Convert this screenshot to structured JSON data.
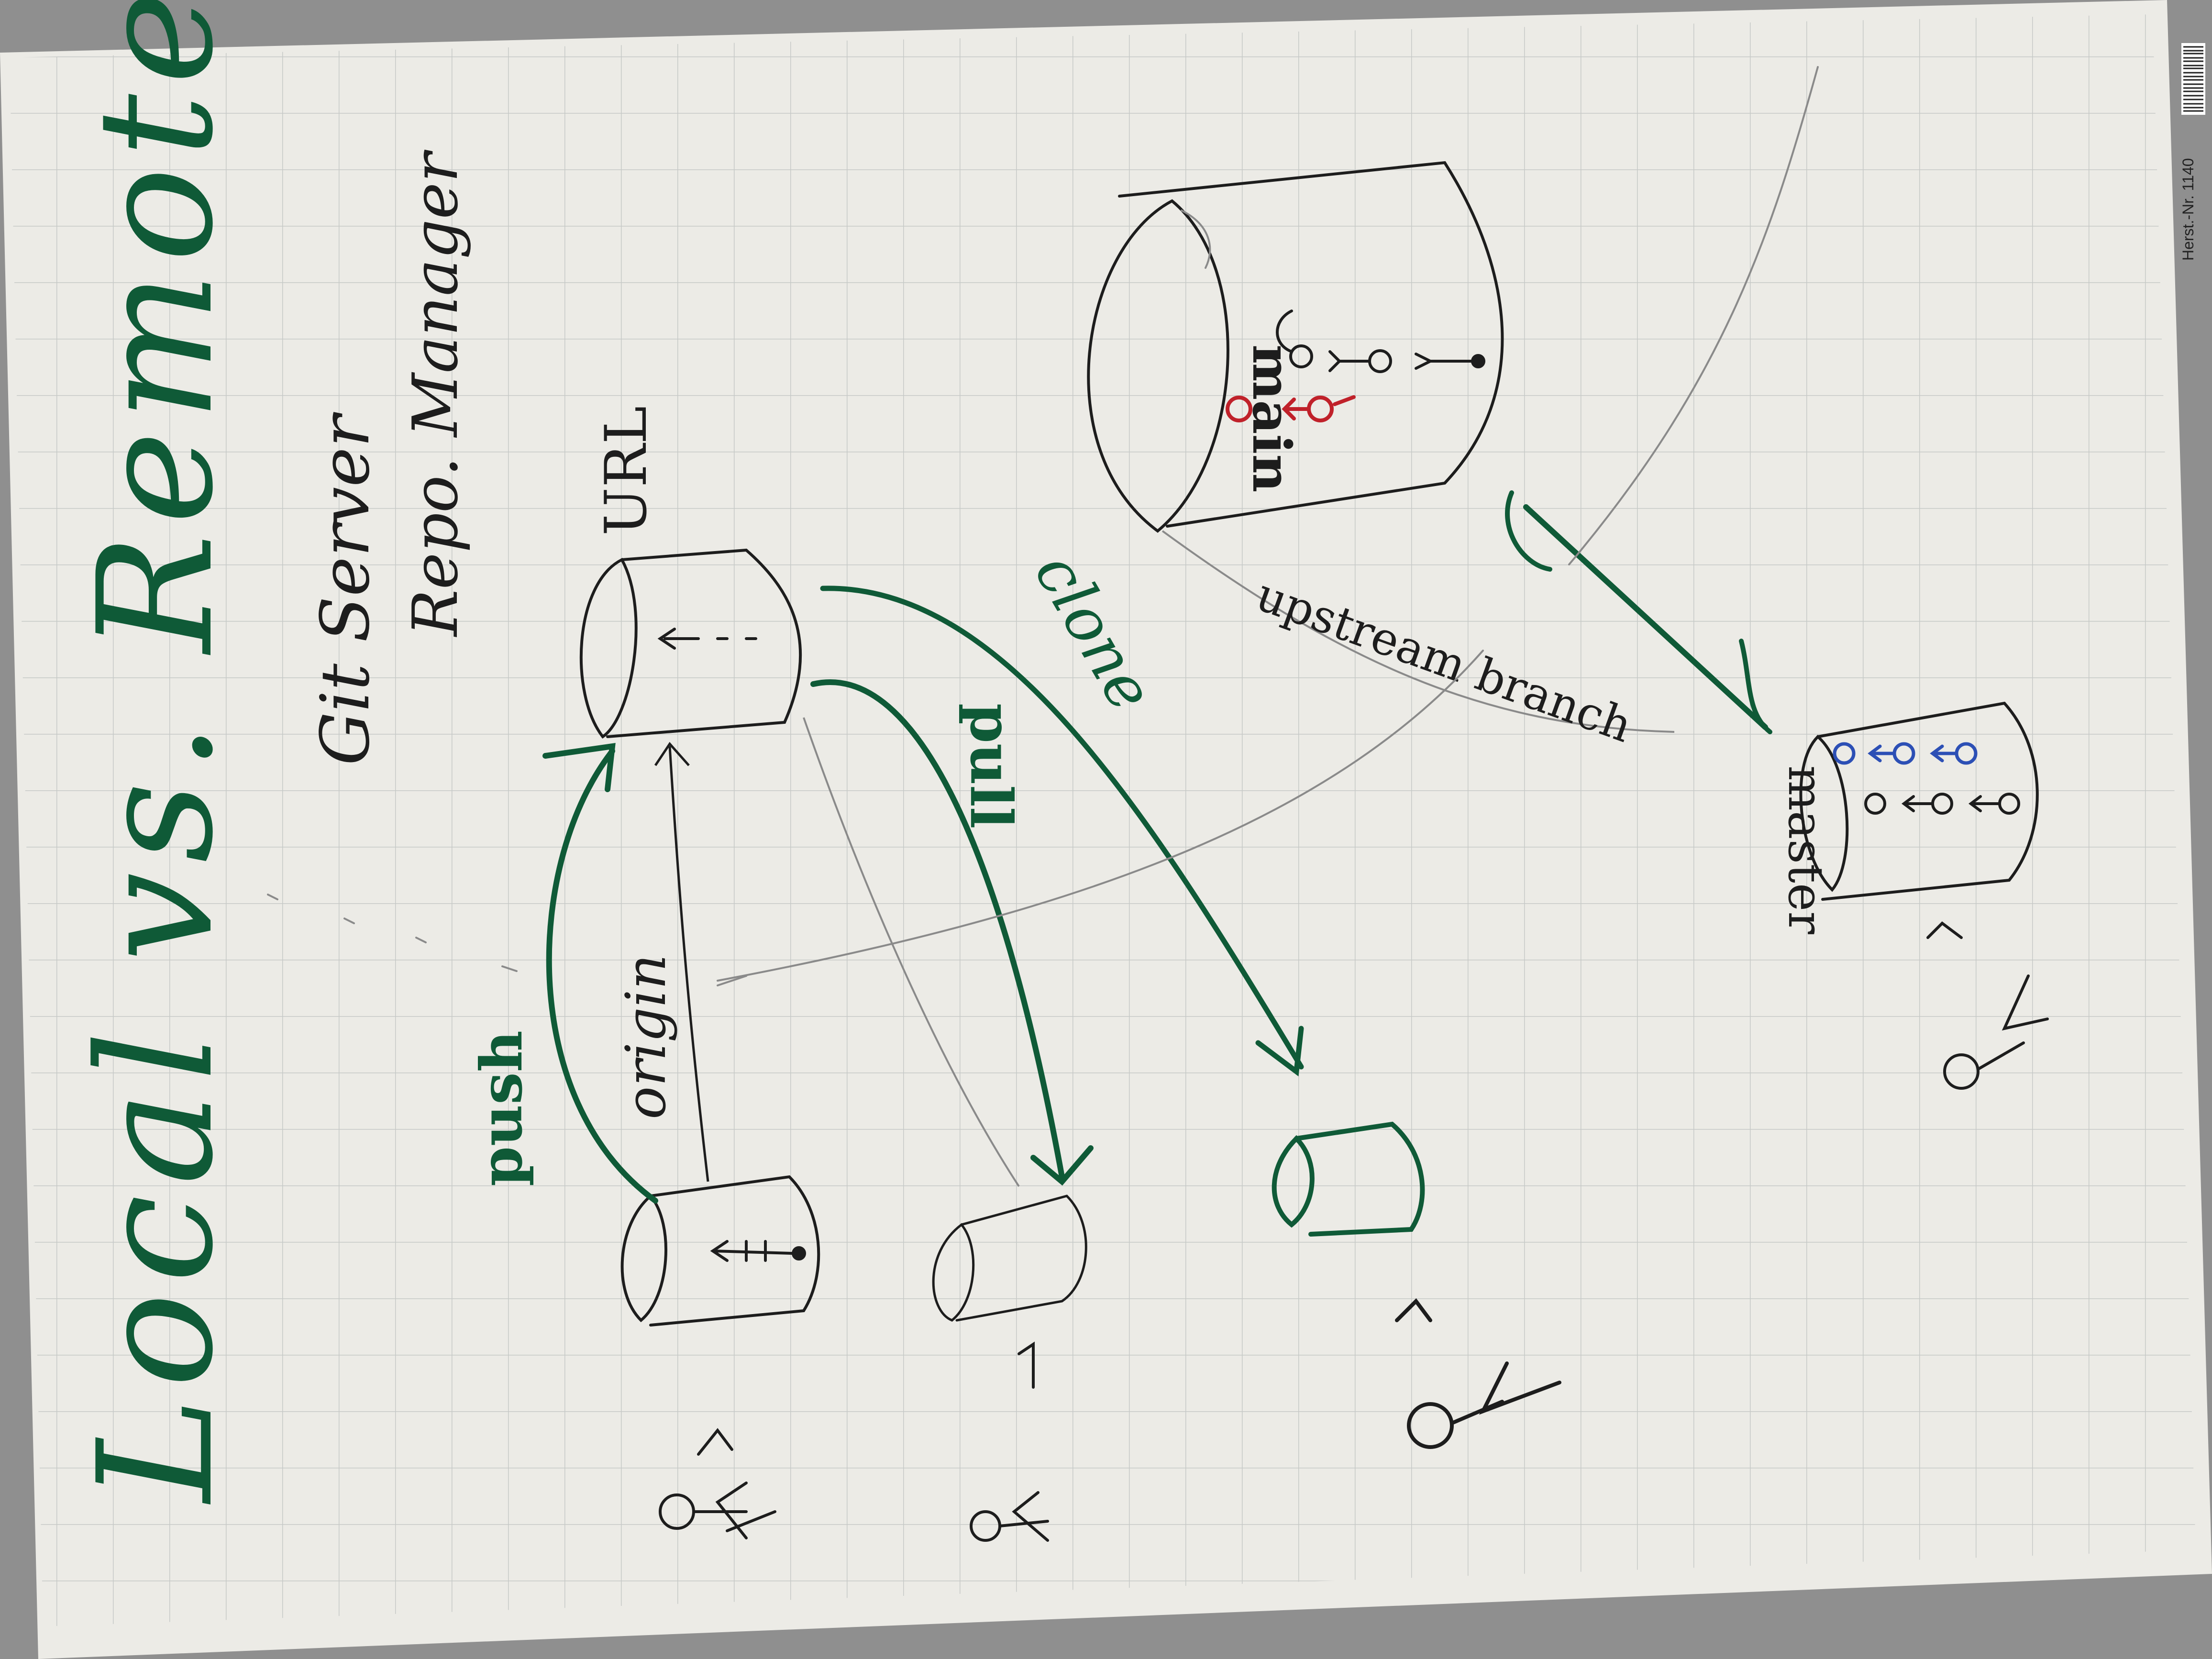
{
  "title": "Local vs. Remote Repo",
  "subtitle_line1": "Git Server",
  "subtitle_line2": "Repo. Manager",
  "labels": {
    "url": "URL",
    "origin": "origin",
    "push": "push",
    "pull": "pull",
    "clone": "clone",
    "upstream": "upstream branch",
    "main": "main",
    "master": "master"
  },
  "paper_mark": "Herst.-Nr. 1140",
  "colors": {
    "paper": "#ecebe6",
    "grid": "#c6c9c7",
    "ink_black": "#1d1d1d",
    "ink_green": "#0f5a37",
    "ink_red": "#c0212a",
    "ink_blue": "#2c4fb5",
    "pencil": "#8a8a8a"
  }
}
